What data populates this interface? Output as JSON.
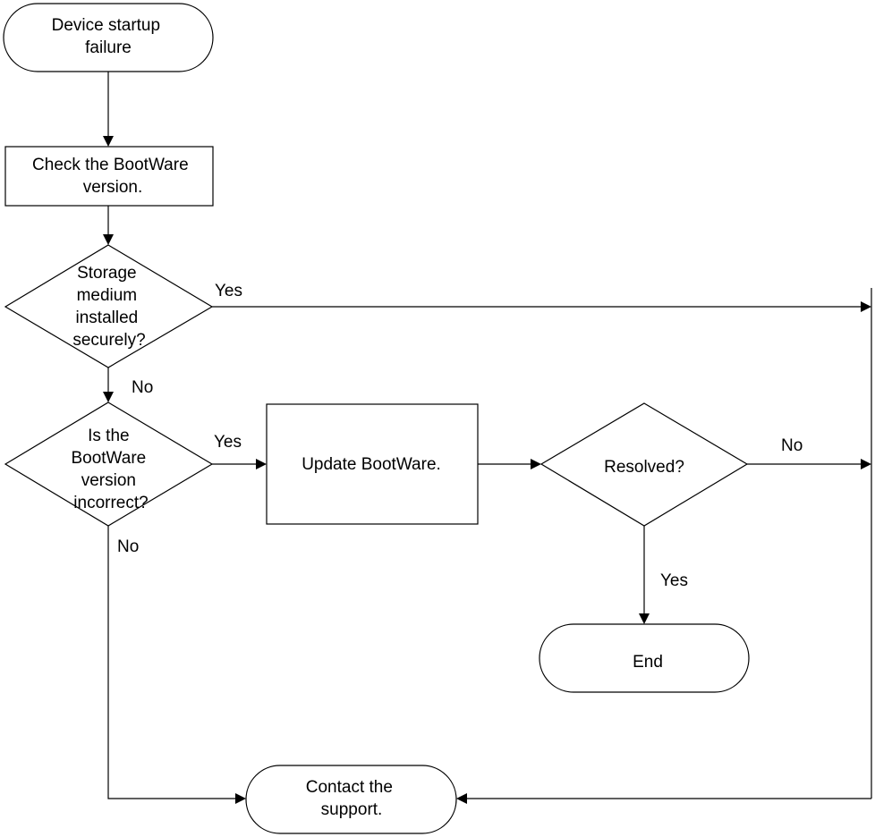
{
  "diagram": {
    "nodes": {
      "start": {
        "lines": [
          "Device startup",
          "failure"
        ]
      },
      "check_version": {
        "lines": [
          "Check the BootWare",
          "version."
        ]
      },
      "storage_decision": {
        "lines": [
          "Storage",
          "medium",
          "installed",
          "securely?"
        ]
      },
      "version_decision": {
        "lines": [
          "Is the",
          "BootWare",
          "version",
          "incorrect?"
        ]
      },
      "update": {
        "lines": [
          "Update BootWare."
        ]
      },
      "resolved_decision": {
        "lines": [
          "Resolved?"
        ]
      },
      "end": {
        "lines": [
          "End"
        ]
      },
      "contact": {
        "lines": [
          "Contact the",
          "support."
        ]
      }
    },
    "edge_labels": {
      "storage_yes": "Yes",
      "storage_no": "No",
      "version_yes": "Yes",
      "version_no": "No",
      "resolved_no": "No",
      "resolved_yes": "Yes"
    }
  }
}
